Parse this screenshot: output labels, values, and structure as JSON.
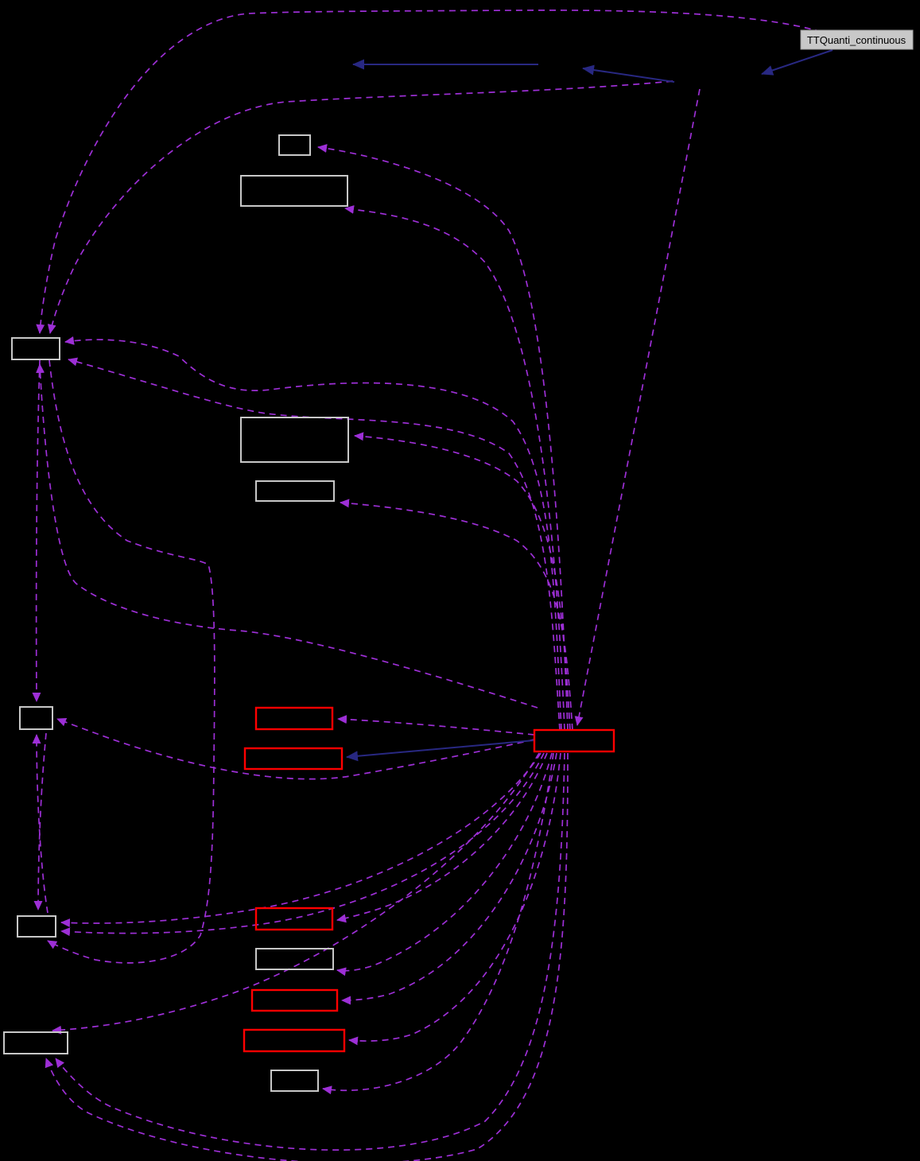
{
  "graph": {
    "type": "collaboration-graph",
    "current_node_label": "TTQuanti_continuous",
    "plain_node_count": 10,
    "truncated_node_count": 6,
    "colors": {
      "background": "#000000",
      "dashed_edge": "#9d2fd6",
      "solid_edge": "#282882",
      "node_border": "#c8c8c8",
      "truncated_node_border": "#ff0000",
      "current_node_fill": "#c8c8c8",
      "current_node_text": "#000000"
    }
  }
}
